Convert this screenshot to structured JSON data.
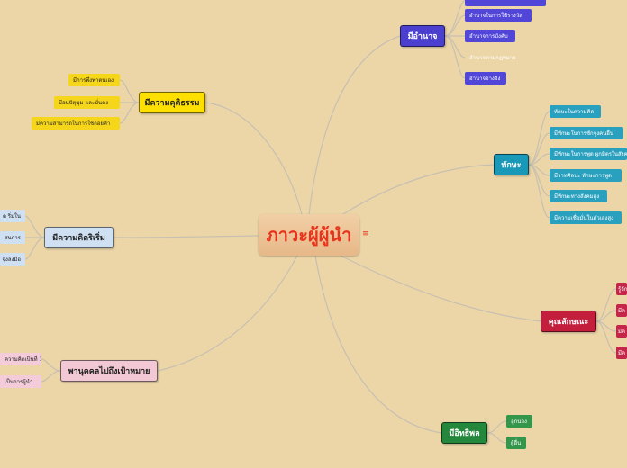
{
  "center": {
    "title": "ภาวะผู้ผู้นำ",
    "note_icon": "≡"
  },
  "branches": {
    "authority": {
      "label": "มีอำนาจ",
      "leaves": [
        "",
        "อำนาจในการใช้รางวัล",
        "อำนาจการบังคับ",
        "อำนาจตามกฎหมาย",
        "อำนาจอ้างอิง"
      ]
    },
    "skills": {
      "label": "ทักษะ",
      "leaves": [
        "ทักษะในความคิด",
        "มีทักษะในการชักจูงคนอื่น",
        "มีทักษะในการพูด ผูกมิตรในสังคม",
        "มีวาทศิลปะ ทักษะการพูด",
        "มีทักษะทางสังคมสูง",
        "มีความเชื่อมั่นในตัวเองสูง"
      ]
    },
    "qualities": {
      "label": "คุณลักษณะ",
      "leaves": [
        "รู้จัก",
        "มีค",
        "มีค",
        "มีค"
      ]
    },
    "influence": {
      "label": "มีอิทธิพล",
      "leaves": [
        "ลูกน้อง",
        "ผู้อื่น"
      ]
    },
    "goal": {
      "label": "พานุคคลไปถึงเป้าหมาย",
      "leaves": [
        "ความคิดเป็นที่ 1",
        "เป็นการผู้นำ"
      ]
    },
    "creative": {
      "label": "มีความคิดริเริ่ม",
      "leaves": [
        "ด ริ่มใน",
        "สนการ",
        "จุงลงมือ"
      ]
    },
    "ethics": {
      "label": "มีความคุติธรรม",
      "leaves": [
        "มีการพึ่งพาตนเอง",
        "มีอนปัตุขุม และมั่นคง",
        "มีความสามารถในการใช้ถ้อยคำ"
      ]
    }
  },
  "colors": {
    "background": "#ecd6a8",
    "connector": "#c7bfb0",
    "center_text": "#e8341c"
  }
}
